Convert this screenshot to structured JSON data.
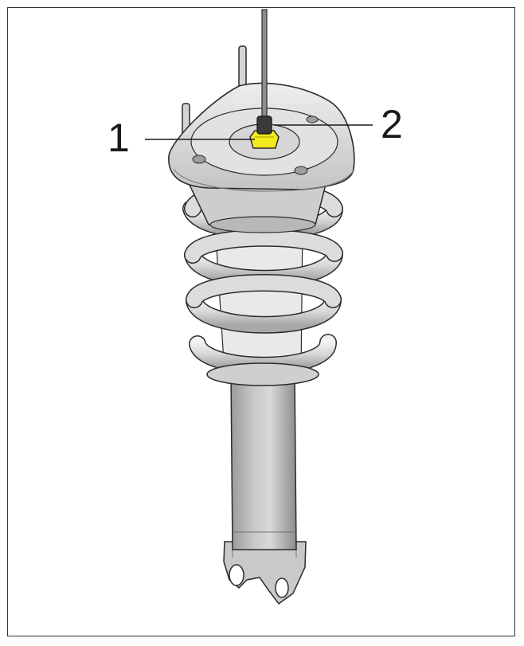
{
  "callouts": [
    {
      "id": "1",
      "label": "1"
    },
    {
      "id": "2",
      "label": "2"
    }
  ],
  "colors": {
    "border": "#333333",
    "metal_light": "#e4e4e4",
    "metal_mid": "#b9b9b9",
    "metal_dark": "#8a8a8a",
    "nut_highlight": "#f2ea1d",
    "outline": "#2b2b2b"
  },
  "icons": [
    "strut-assembly-illustration",
    "nut",
    "tool-rod"
  ]
}
